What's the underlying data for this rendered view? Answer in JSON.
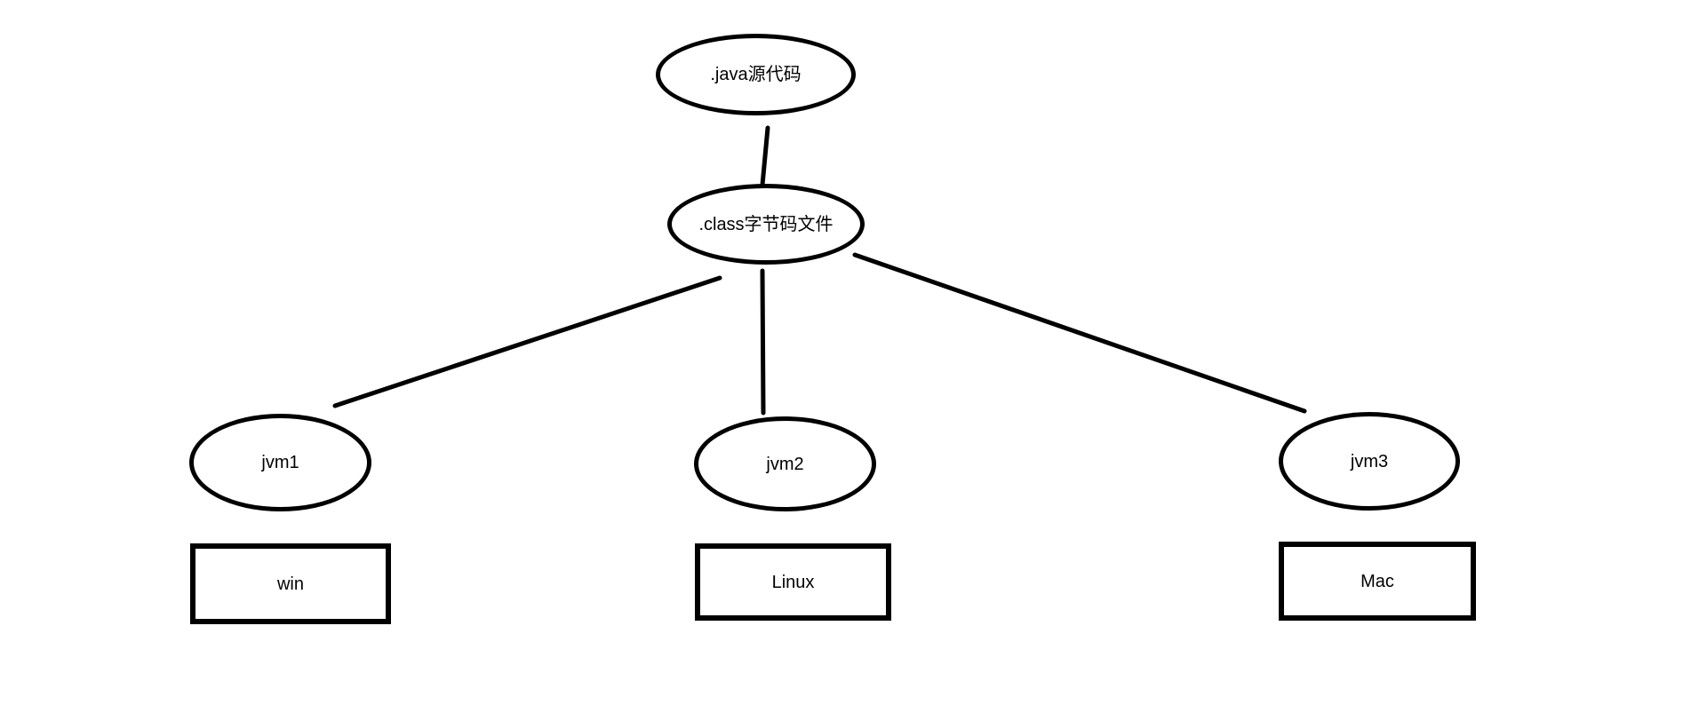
{
  "page": {
    "background_color": "#ffffff"
  },
  "diagram": {
    "stroke_color": "#000000",
    "text_color": "#000000",
    "nodes": {
      "java_source": {
        "shape": "ellipse",
        "label": ".java源代码"
      },
      "class_file": {
        "shape": "ellipse",
        "label": ".class字节码文件"
      },
      "jvm1": {
        "shape": "ellipse",
        "label": "jvm1"
      },
      "jvm2": {
        "shape": "ellipse",
        "label": "jvm2"
      },
      "jvm3": {
        "shape": "ellipse",
        "label": "jvm3"
      },
      "win": {
        "shape": "rect",
        "label": "win"
      },
      "linux": {
        "shape": "rect",
        "label": "Linux"
      },
      "mac": {
        "shape": "rect",
        "label": "Mac"
      }
    },
    "edges": [
      {
        "from": "java_source",
        "to": "class_file"
      },
      {
        "from": "class_file",
        "to": "jvm1"
      },
      {
        "from": "class_file",
        "to": "jvm2"
      },
      {
        "from": "class_file",
        "to": "jvm3"
      }
    ]
  }
}
